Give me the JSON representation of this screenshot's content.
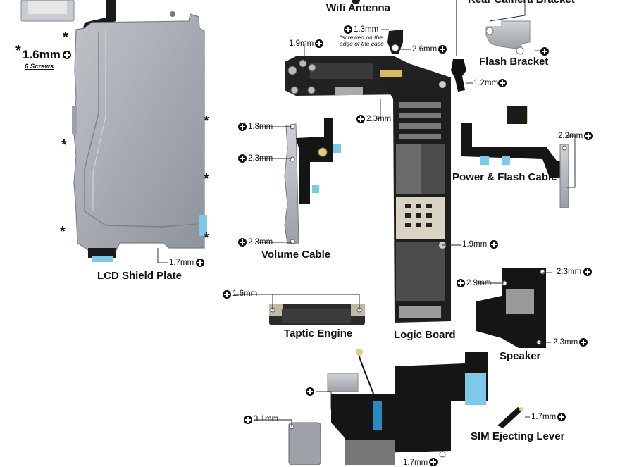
{
  "parts": {
    "lcd_shield": "LCD Shield Plate",
    "wifi": "Wifi Antenna",
    "rear_camera": "Rear Camera Bracket",
    "flash": "Flash Bracket",
    "volume": "Volume Cable",
    "power": "Power & Flash Cable",
    "taptic": "Taptic Engine",
    "logic": "Logic Board",
    "speaker": "Speaker",
    "sim": "SIM Ejecting Lever"
  },
  "screws": {
    "lcd_main": "1.6mm",
    "lcd_count": "6 Screws",
    "lcd_bottom": "1.7mm",
    "wifi_top": "1.3mm",
    "wifi_note": "*screwed on the edge of the case",
    "antenna_left": "1.9mm",
    "antenna_mid": "2.6mm",
    "flash_screw": "1.2mm",
    "board_top": "2.3mm",
    "vol_top": "1.8mm",
    "vol_mid": "2.3mm",
    "vol_bottom": "2.3mm",
    "power_right": "2.2mm",
    "board_mid": "1.9mm",
    "taptic_screw": "1.6mm",
    "speaker_left": "2.9mm",
    "speaker_top": "2.3mm",
    "speaker_bottom": "2.3mm",
    "dock_left": "3.1mm",
    "dock_bottom": "1.7mm",
    "sim_screw": "1.7mm"
  },
  "marks": {
    "asterisk": "*"
  },
  "icons": [
    "phillips-screw-icon",
    "asterisk-mark-icon"
  ],
  "colors": {
    "metal": "#a9adb3",
    "flex": "#1b1b1b",
    "tape": "#7ec8e8",
    "accent": "#e4c989"
  }
}
